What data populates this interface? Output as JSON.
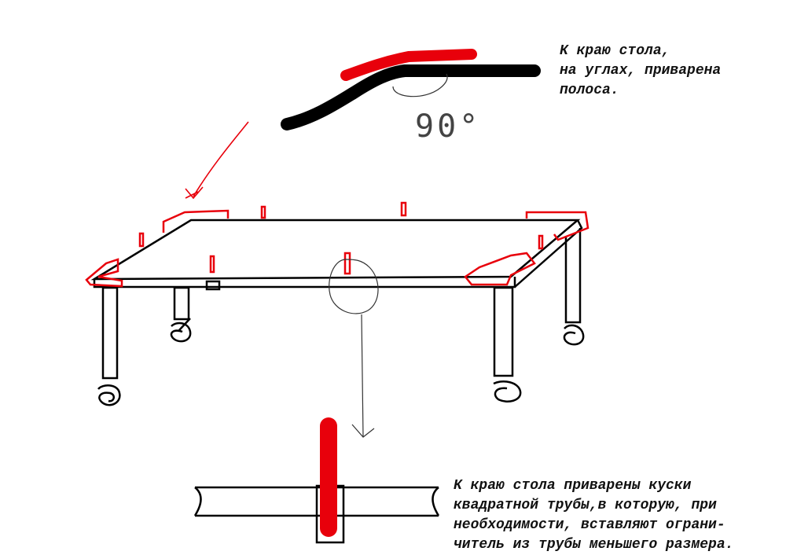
{
  "notes": {
    "top": [
      "К краю стола,",
      "на углах, приварена",
      "полоса."
    ],
    "bottom": [
      "К краю стола приварены куски",
      "квадратной трубы,в которую, при",
      "необходимости, вставляют ограни-",
      "читель из трубы меньшего размера."
    ]
  },
  "angle_label": "90°",
  "colors": {
    "ink": "#000000",
    "accent": "#e8000b",
    "thin": "#333333"
  }
}
